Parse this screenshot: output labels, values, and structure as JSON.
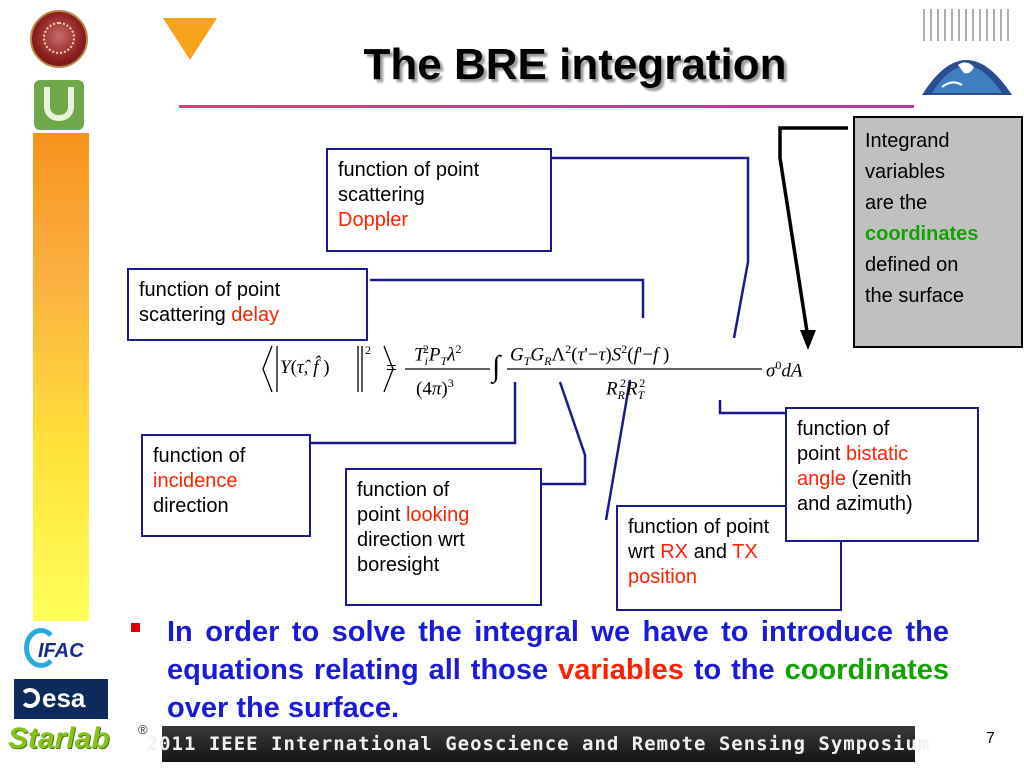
{
  "title": "The BRE integration",
  "boxes": {
    "doppler": {
      "line1": "function of point",
      "line2": "scattering",
      "highlight": "Doppler"
    },
    "delay": {
      "line1": "function of point",
      "line2": "scattering",
      "highlight": "delay"
    },
    "incidence": {
      "line1": "function of",
      "highlight": "incidence",
      "line3": "direction"
    },
    "looking": {
      "line1": "function of",
      "line2_prefix": "point",
      "highlight": "looking",
      "line3": "direction wrt",
      "line4": "boresight"
    },
    "rxtx": {
      "line1": "function of point",
      "line2_prefix": "wrt",
      "rx": "RX",
      "and": "and",
      "tx": "TX",
      "line3": "position"
    },
    "bistatic": {
      "line1": "function of",
      "line2_prefix": "point",
      "highlight1": "bistatic",
      "highlight2": "angle",
      "suffix": "(zenith",
      "line4": "and azimuth)"
    },
    "integrand": {
      "l1": "Integrand",
      "l2": "variables",
      "l3": "are the",
      "highlight": "coordinates",
      "l5": "defined on",
      "l6": "the surface"
    }
  },
  "bullet": {
    "part1": "In order to solve the integral we have to introduce the equations relating all those",
    "variables": "variables",
    "to_the": "to the",
    "coordinates": "coordinates",
    "end": "over the surface."
  },
  "logos": {
    "ifac": "IFAC",
    "esa": "esa",
    "starlab": "Starlab",
    "registered": "®"
  },
  "banner": "2011 IEEE International Geoscience and Remote Sensing Symposium",
  "page_number": "7",
  "colors": {
    "accent_red": "#ff2200",
    "accent_green": "#13a300",
    "bullet_blue": "#1b1bd6",
    "box_border": "#1a1a8c"
  }
}
